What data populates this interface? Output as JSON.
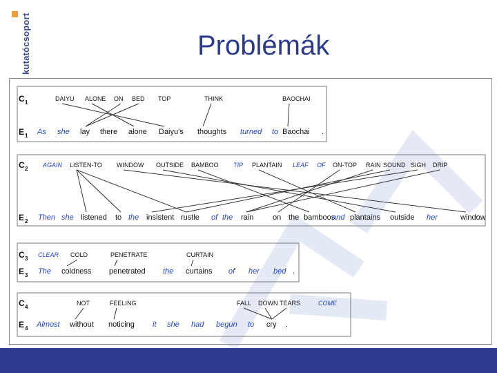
{
  "logo": {
    "text": "kutatócsoport",
    "accent": "#f0a030",
    "color": "#3b4a8f"
  },
  "title": "Problémák",
  "colors": {
    "title": "#2b3a8a",
    "band": "#2c3b8e",
    "italic_blue": "#2244cc",
    "watermark": "#dde4f3"
  },
  "blocks": [
    {
      "c_label": "C",
      "c_sub": "1",
      "e_label": "E",
      "e_sub": "1",
      "top": [
        {
          "t": "DAIYU"
        },
        {
          "t": "ALONE"
        },
        {
          "t": "ON"
        },
        {
          "t": "BED"
        },
        {
          "t": "TOP"
        },
        {
          "t": "THINK"
        },
        {
          "t": "BAOCHAI"
        }
      ],
      "bottom": [
        {
          "t": "As",
          "i": true
        },
        {
          "t": "she",
          "i": true
        },
        {
          "t": "lay"
        },
        {
          "t": "there"
        },
        {
          "t": "alone"
        },
        {
          "t": "Daiyu's"
        },
        {
          "t": "thoughts"
        },
        {
          "t": "turned",
          "i": true
        },
        {
          "t": "to",
          "i": true
        },
        {
          "t": "Baochai"
        },
        {
          "t": "."
        }
      ]
    },
    {
      "c_label": "C",
      "c_sub": "2",
      "e_label": "E",
      "e_sub": "2",
      "top": [
        {
          "t": "AGAIN",
          "i": true
        },
        {
          "t": "LISTEN-TO"
        },
        {
          "t": "WINDOW"
        },
        {
          "t": "OUTSIDE"
        },
        {
          "t": "BAMBOO"
        },
        {
          "t": "TIP",
          "i": true
        },
        {
          "t": "PLANTAIN"
        },
        {
          "t": "LEAF",
          "i": true
        },
        {
          "t": "OF",
          "i": true
        },
        {
          "t": "ON-TOP"
        },
        {
          "t": "RAIN"
        },
        {
          "t": "SOUND"
        },
        {
          "t": "SIGH"
        },
        {
          "t": "DRIP"
        }
      ],
      "bottom": [
        {
          "t": "Then",
          "i": true
        },
        {
          "t": "she",
          "i": true
        },
        {
          "t": "listened"
        },
        {
          "t": "to"
        },
        {
          "t": "the",
          "i": true
        },
        {
          "t": "insistent"
        },
        {
          "t": "rustle"
        },
        {
          "t": "of",
          "i": true
        },
        {
          "t": "the",
          "i": true
        },
        {
          "t": "rain"
        },
        {
          "t": "on"
        },
        {
          "t": "the"
        },
        {
          "t": "bamboos"
        },
        {
          "t": "and",
          "i": true
        },
        {
          "t": "plantains"
        },
        {
          "t": "outside"
        },
        {
          "t": "her",
          "i": true
        },
        {
          "t": "window"
        },
        {
          "t": "."
        }
      ]
    },
    {
      "c_label": "C",
      "c_sub": "3",
      "e_label": "E",
      "e_sub": "3",
      "top": [
        {
          "t": "CLEAR",
          "i": true
        },
        {
          "t": "COLD"
        },
        {
          "t": "PENETRATE"
        },
        {
          "t": "CURTAIN"
        }
      ],
      "bottom": [
        {
          "t": "The",
          "i": true
        },
        {
          "t": "coldness"
        },
        {
          "t": "penetrated"
        },
        {
          "t": "the",
          "i": true
        },
        {
          "t": "curtains"
        },
        {
          "t": "of",
          "i": true
        },
        {
          "t": "her",
          "i": true
        },
        {
          "t": "bed",
          "i": true
        },
        {
          "t": "."
        }
      ]
    },
    {
      "c_label": "C",
      "c_sub": "4",
      "e_label": "E",
      "e_sub": "4",
      "top": [
        {
          "t": "NOT"
        },
        {
          "t": "FEELING"
        },
        {
          "t": "FALL"
        },
        {
          "t": "DOWN"
        },
        {
          "t": "TEARS"
        },
        {
          "t": "COME",
          "i": true
        }
      ],
      "bottom": [
        {
          "t": "Almost",
          "i": true
        },
        {
          "t": "without"
        },
        {
          "t": "noticing"
        },
        {
          "t": "it",
          "i": true
        },
        {
          "t": "she",
          "i": true
        },
        {
          "t": "had",
          "i": true
        },
        {
          "t": "begun",
          "i": true
        },
        {
          "t": "to",
          "i": true
        },
        {
          "t": "cry"
        },
        {
          "t": "."
        }
      ]
    }
  ]
}
